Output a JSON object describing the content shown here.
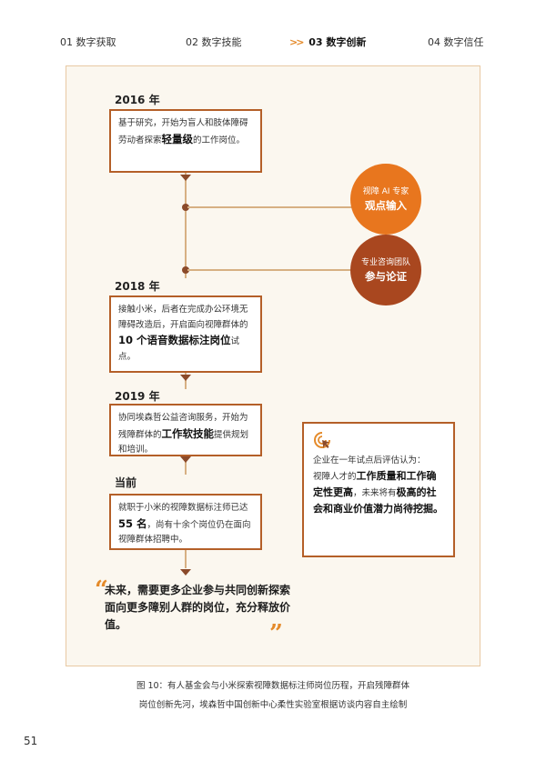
{
  "nav": {
    "item1": "01 数字获取",
    "item2": "02 数字技能",
    "active_marker": ">>",
    "item3": "03 数字创新",
    "item4": "04 数字信任"
  },
  "timeline": [
    {
      "year": "2016 年",
      "text_a": "基于研究，开始为盲人和肢体障碍劳动者探索",
      "emph": "轻量级",
      "text_b": "的工作岗位。"
    },
    {
      "year": "2018 年",
      "text_a": "接触小米，后者在完成办公环境无障碍改造后，开启面向视障群体的",
      "emph": "10 个语音数据标注岗位",
      "text_b": "试点。"
    },
    {
      "year": "2019 年",
      "text_a": "协同埃森哲公益咨询服务，开始为残障群体的",
      "emph": "工作软技能",
      "text_b": "提供规划和培训。"
    },
    {
      "year": "当前",
      "text_a": "就职于小米的视障数据标注师已达 ",
      "emph": "55 名",
      "text_b": "，尚有十余个岗位仍在面向视障群体招聘中。"
    }
  ],
  "circles": [
    {
      "line1": "视障 AI 专家",
      "line2": "观点输入",
      "color": "#e8761e"
    },
    {
      "line1": "专业咨询团队",
      "line2": "参与论证",
      "color": "#a9471f"
    }
  ],
  "quote": {
    "open": "“",
    "text": "未来，需要更多企业参与共同创新探索面向更多障别人群的岗位，充分释放价值。",
    "close": "”"
  },
  "side_box": {
    "icon": "cursor-click-icon",
    "line1": "企业在一年试点后评估认为：",
    "text_a": "视障人才的",
    "emph1": "工作质量和工作确定性更高",
    "text_b": "，未来将有",
    "emph2": "极高的社会和商业价值潜力尚待挖掘。"
  },
  "caption": {
    "line1": "图 10：有人基金会与小米探索视障数据标注师岗位历程，开启残障群体",
    "line2": "岗位创新先河，埃森哲中国创新中心柔性实验室根据访谈内容自主绘制"
  },
  "page_number": "51",
  "colors": {
    "accent": "#e48a2a",
    "brown": "#b45f28",
    "dark_brown": "#8b4a2a",
    "frame_bg": "#fbf7ef"
  }
}
